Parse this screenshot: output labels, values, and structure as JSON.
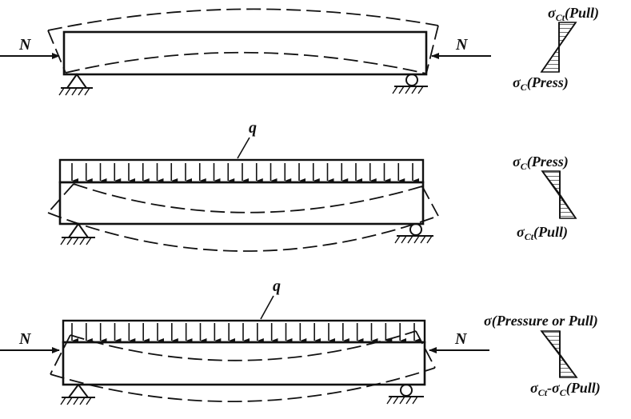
{
  "panels": [
    {
      "force_left": "N",
      "force_right": "N",
      "load": "",
      "stress_top": {
        "sym": "σ",
        "sub": "Ct",
        "tail": "(Pull)"
      },
      "stress_bottom": {
        "sym": "σ",
        "sub": "C",
        "tail": "(Press)"
      }
    },
    {
      "force_left": "",
      "force_right": "",
      "load": "q",
      "stress_top": {
        "sym": "σ",
        "sub": "C",
        "tail": "(Press)"
      },
      "stress_bottom": {
        "sym": "σ",
        "sub": "Ct",
        "tail": "(Pull)"
      }
    },
    {
      "force_left": "N",
      "force_right": "N",
      "load": "q",
      "stress_top": {
        "sym": "σ(Pressure or Pull)",
        "sub": "",
        "tail": ""
      },
      "stress_bottom": {
        "sym": "σ",
        "sub": "Ct",
        "mid": "-σ",
        "sub2": "C",
        "tail": "(Pull)"
      }
    }
  ],
  "colors": {
    "ink": "#111111",
    "background": "#ffffff"
  }
}
